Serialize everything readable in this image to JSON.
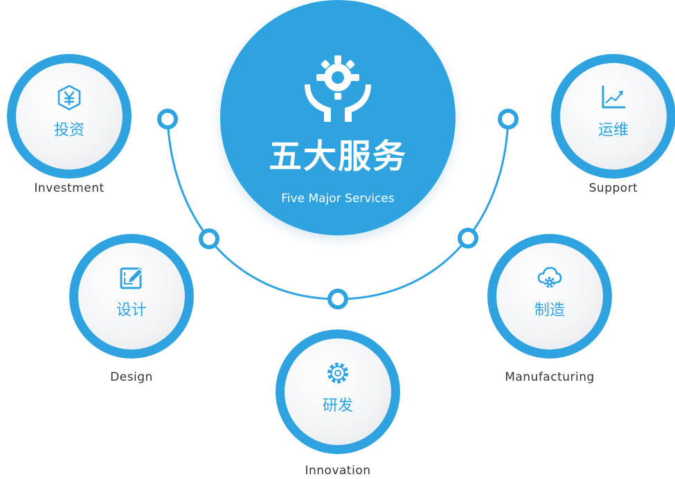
{
  "center": {
    "title": "五大服务",
    "subtitle": "Five Major Services",
    "logo_icon": "gear-hands-icon"
  },
  "services": [
    {
      "zh": "投资",
      "en": "Investment",
      "icon": "yuan-shield-icon"
    },
    {
      "zh": "运维",
      "en": "Support",
      "icon": "line-chart-icon"
    },
    {
      "zh": "设计",
      "en": "Design",
      "icon": "edit-pen-icon"
    },
    {
      "zh": "制造",
      "en": "Manufacturing",
      "icon": "cloud-gear-icon"
    },
    {
      "zh": "研发",
      "en": "Innovation",
      "icon": "gear-icon"
    }
  ],
  "colors": {
    "accent": "#2ea3e0",
    "label_text": "#333333",
    "background": "#ffffff"
  }
}
